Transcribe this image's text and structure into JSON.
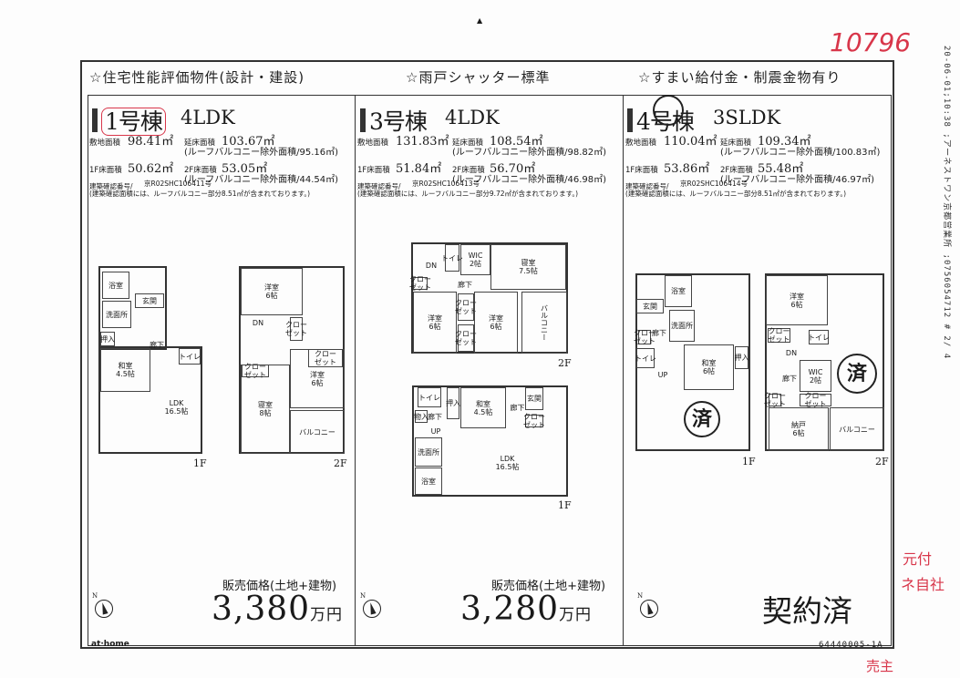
{
  "header": {
    "handwritten_number": "10796",
    "top_mark": "▲"
  },
  "fax_header": "20-06-01;10:38 ;アーネストワン京都営業所                          ;0756054712          # 2/ 4",
  "banner": [
    "☆住宅性能評価物件(設計・建設)",
    "☆雨戸シャッター標準",
    "☆すまい給付金・制震金物有り"
  ],
  "spec_labels": {
    "site": "敷地面積",
    "floor": "延床面積",
    "f1": "1F床面積",
    "f2": "2F床面積",
    "permit": "建築確認番号/",
    "price": "販売価格(土地+建物)",
    "price_unit": "万円"
  },
  "units": [
    {
      "name": "1号棟",
      "layout": "4LDK",
      "site_area": "98.41㎡",
      "floor_area": "103.67㎡",
      "floor_note": "(ルーフバルコニー除外面積/95.16㎡)",
      "f1": "50.62㎡",
      "f2": "53.05㎡",
      "f2_note": "(ルーフバルコニー除外面積/44.54㎡)",
      "permit_no": "京R02SHC106411号",
      "permit_note": "(建築確認面積には、ルーフバルコニー部分8.51㎡が含まれております。)",
      "price": "3,380"
    },
    {
      "name": "3号棟",
      "layout": "4LDK",
      "site_area": "131.83㎡",
      "floor_area": "108.54㎡",
      "floor_note": "(ルーフバルコニー除外面積/98.82㎡)",
      "f1": "51.84㎡",
      "f2": "56.70㎡",
      "f2_note": "(ルーフバルコニー除外面積/46.98㎡)",
      "permit_no": "京R02SHC106413号",
      "permit_note": "(建築確認面積には、ルーフバルコニー部分9.72㎡が含まれております。)",
      "price": "3,280"
    },
    {
      "name": "4号棟",
      "layout": "3SLDK",
      "site_area": "110.04㎡",
      "floor_area": "109.34㎡",
      "floor_note": "(ルーフバルコニー除外面積/100.83㎡)",
      "f1": "53.86㎡",
      "f2": "55.48㎡",
      "f2_note": "(ルーフバルコニー除外面積/46.97㎡)",
      "permit_no": "京R02SHC106414号",
      "permit_note": "(建築確認面積には、ルーフバルコニー部分8.51㎡が含まれております。)",
      "status": "契約済"
    }
  ],
  "floors": {
    "f1": "1F",
    "f2": "2F",
    "north": "N"
  },
  "rooms": {
    "u1f1": [
      "浴室",
      "玄関",
      "洗面所",
      "押入",
      "廊下",
      "和室\n4.5帖",
      "LDK\n16.5帖",
      "トイレ"
    ],
    "u1f2": [
      "洋室\n6帖",
      "DN",
      "クロー\nゼット",
      "クロー\nゼット",
      "洋室\n6帖",
      "クロー\nゼット",
      "寝室\n8帖",
      "バルコニー"
    ],
    "u3f2": [
      "DN",
      "トイレ",
      "WIC\n2帖",
      "寝室\n7.5帖",
      "廊下",
      "クロー\nゼット",
      "洋室\n6帖",
      "クロー\nゼット",
      "クロー\nゼット",
      "洋室\n6帖",
      "バルコニー"
    ],
    "u3f1": [
      "トイレ",
      "押入",
      "和室\n4.5帖",
      "廊下",
      "玄関",
      "クロー\nゼット",
      "物入",
      "廊下",
      "UP",
      "洗面所",
      "浴室",
      "LDK\n16.5帖"
    ],
    "u4f1": [
      "玄関",
      "浴室",
      "洗面所",
      "廊下",
      "クロー\nゼット",
      "トイレ",
      "UP",
      "和室\n6帖",
      "押入",
      "済"
    ],
    "u4f2": [
      "洋室\n6帖",
      "トイレ",
      "クロー\nゼット",
      "DN",
      "廊下",
      "WIC\n2帖",
      "済",
      "クロー\nゼット",
      "クロー\nゼット",
      "納戸\n6帖",
      "バルコニー"
    ]
  },
  "footer": {
    "logo": "at·home",
    "doc_code": "64440005-1A"
  },
  "handwritten_notes": [
    "元付",
    "ネ自社",
    "売主"
  ],
  "colors": {
    "handwriting": "#d8364a",
    "ink": "#1a1a1a"
  }
}
